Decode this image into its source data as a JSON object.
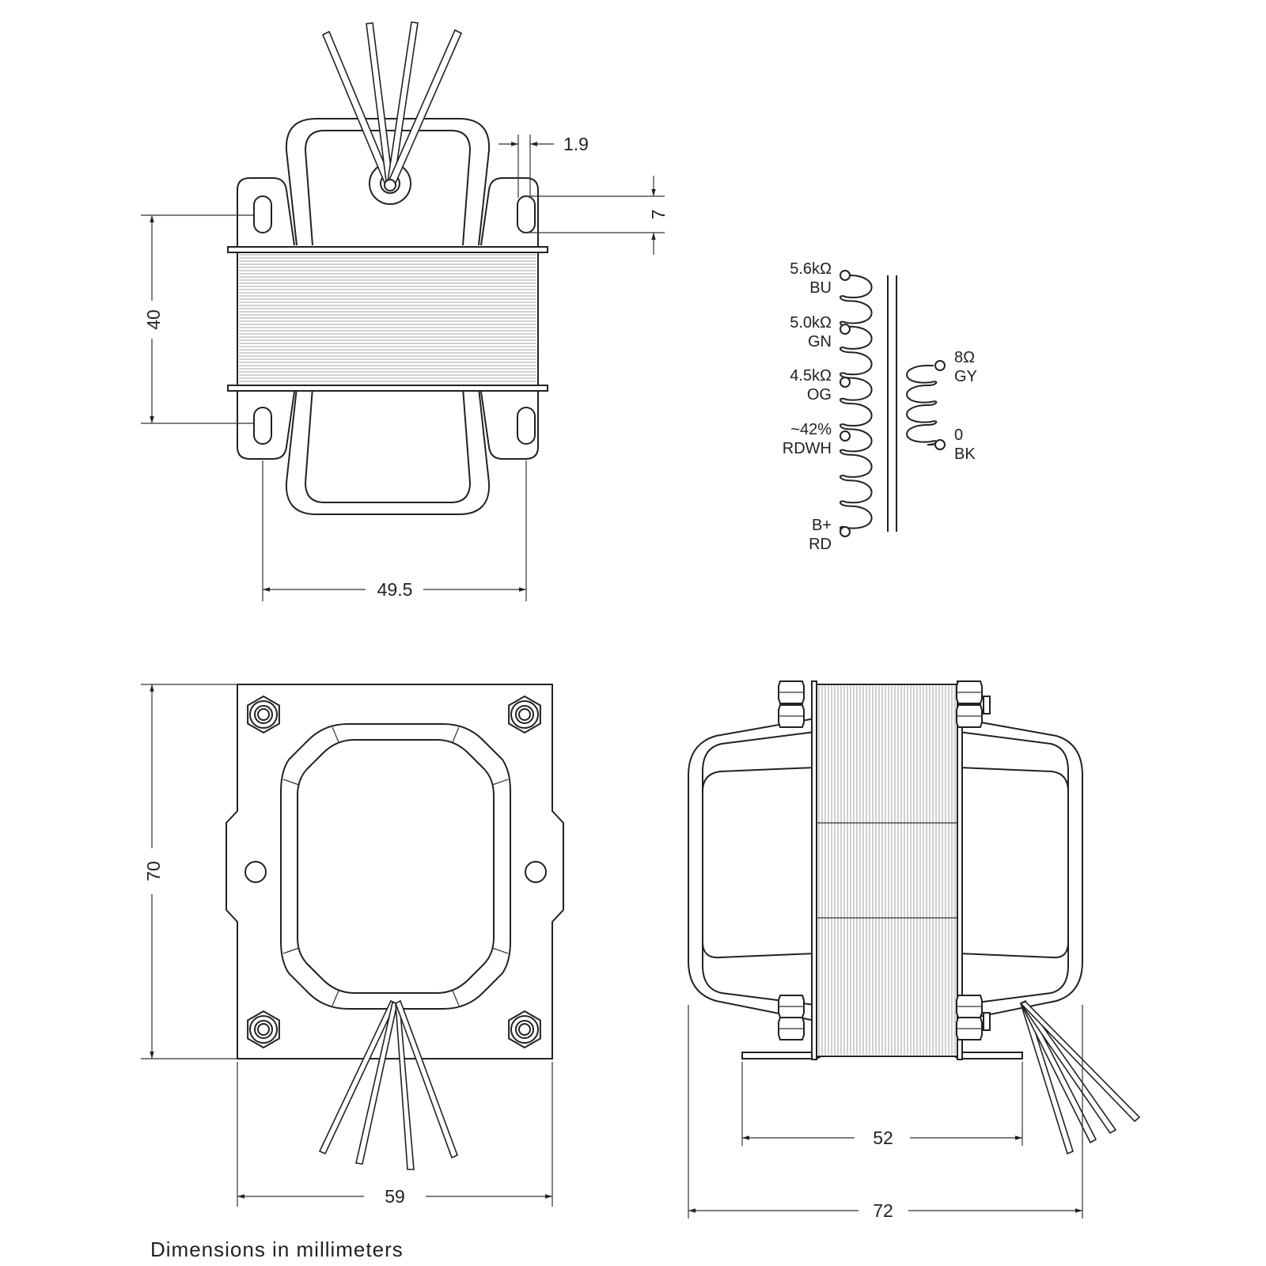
{
  "dimensions": {
    "gap": "1.9",
    "slot": "7",
    "height_top": "40",
    "mount_spacing": "49.5",
    "base_height": "70",
    "base_width": "59",
    "side_mount": "52",
    "side_width": "72"
  },
  "schematic": {
    "primary_taps": [
      {
        "value": "5.6kΩ",
        "color": "BU"
      },
      {
        "value": "5.0kΩ",
        "color": "GN"
      },
      {
        "value": "4.5kΩ",
        "color": "OG"
      },
      {
        "value": "~42%",
        "color": "RDWH"
      },
      {
        "value": "B+",
        "color": "RD"
      }
    ],
    "secondary_taps": [
      {
        "value": "8Ω",
        "color": "GY"
      },
      {
        "value": "0",
        "color": "BK"
      }
    ]
  },
  "note": "Dimensions  in  millimeters"
}
